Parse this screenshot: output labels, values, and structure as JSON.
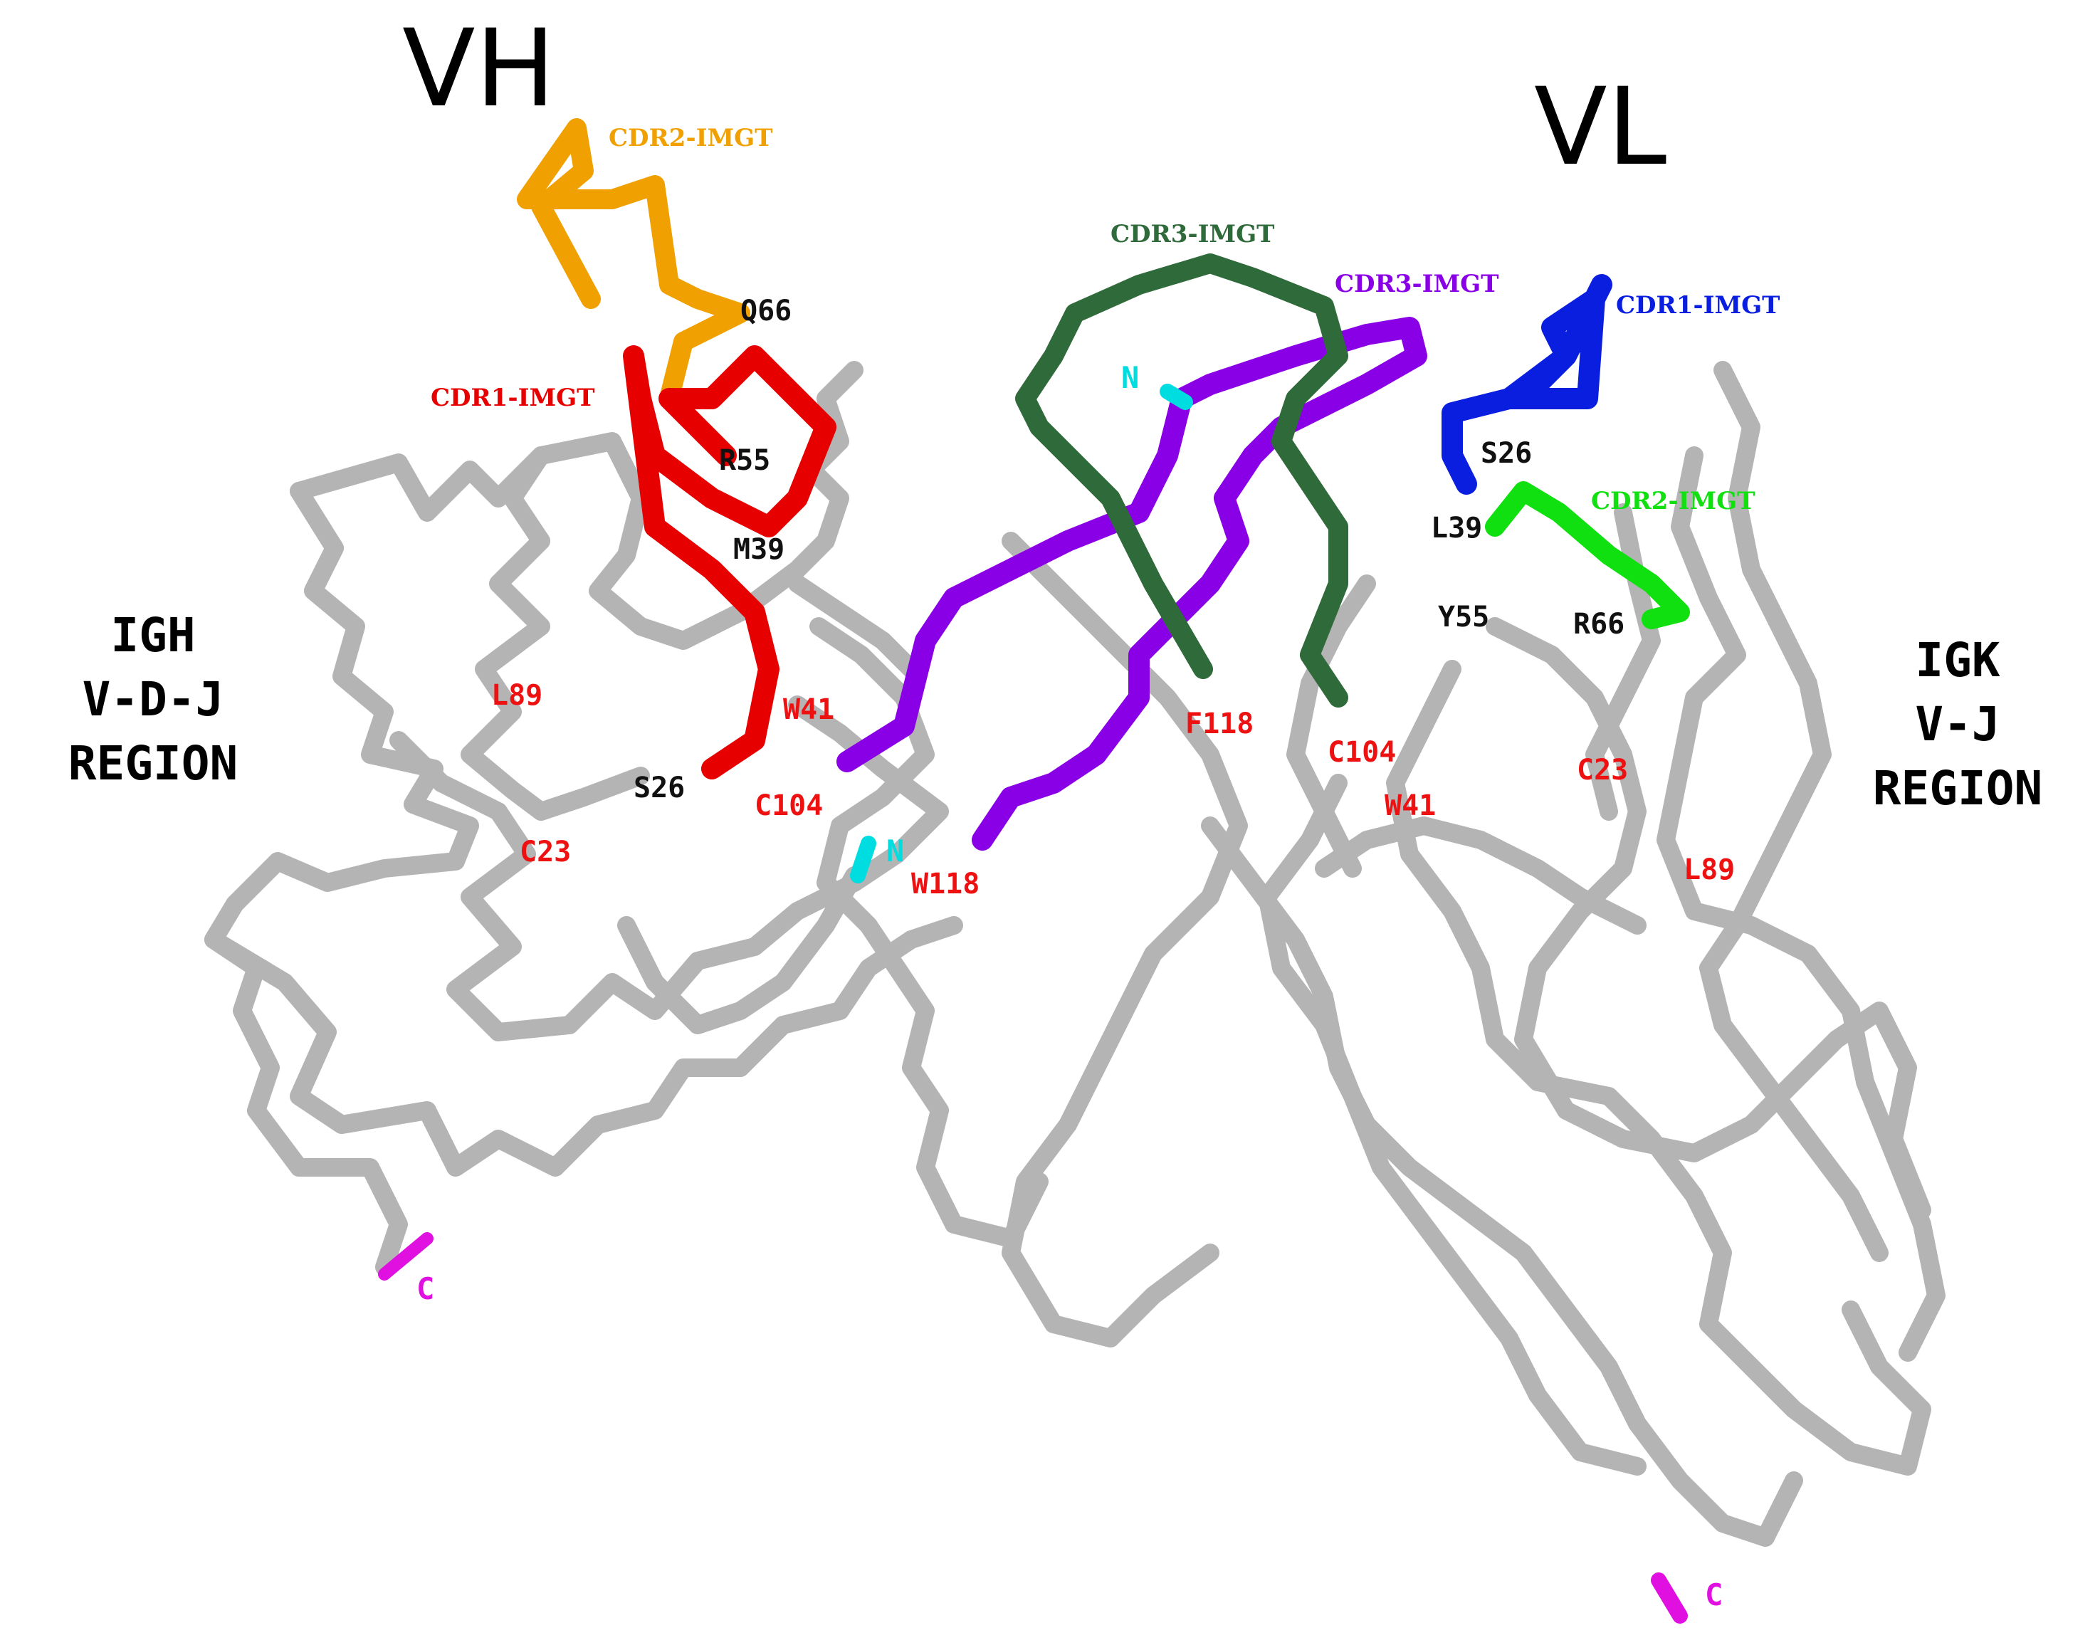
{
  "titles": {
    "vh": "VH",
    "vl": "VL"
  },
  "regions": {
    "igh": [
      "IGH",
      "V-D-J",
      "REGION"
    ],
    "igk": [
      "IGK",
      "V-J",
      "REGION"
    ]
  },
  "cdr_labels": {
    "vh_cdr1": "CDR1-IMGT",
    "vh_cdr2": "CDR2-IMGT",
    "vh_cdr3": "CDR3-IMGT",
    "vl_cdr1": "CDR1-IMGT",
    "vl_cdr2": "CDR2-IMGT",
    "vl_cdr3": "CDR3-IMGT"
  },
  "residues": {
    "vh": {
      "q66": "Q66",
      "r55": "R55",
      "m39": "M39",
      "l89": "L89",
      "w41": "W41",
      "s26": "S26",
      "c104": "C104",
      "c23": "C23",
      "w118": "W118"
    },
    "vl": {
      "s26": "S26",
      "l39": "L39",
      "y55": "Y55",
      "r66": "R66",
      "f118": "F118",
      "c104": "C104",
      "w41": "W41",
      "c23": "C23",
      "l89": "L89"
    }
  },
  "termini": {
    "vh_n": "N",
    "vh_c": "C",
    "vl_n": "N",
    "vl_c": "C"
  },
  "colors": {
    "framework": "#b4b4b4",
    "vh_cdr1": "#e60000",
    "vh_cdr2": "#f0a000",
    "vh_cdr3": "#8a00e6",
    "vl_cdr1": "#0a1ee0",
    "vl_cdr2": "#10e010",
    "vl_cdr3": "#2f6b3a",
    "red_label": "#ee1111",
    "black_label": "#111111",
    "n_terminus": "#00dde0",
    "c_terminus": "#e010e0"
  }
}
